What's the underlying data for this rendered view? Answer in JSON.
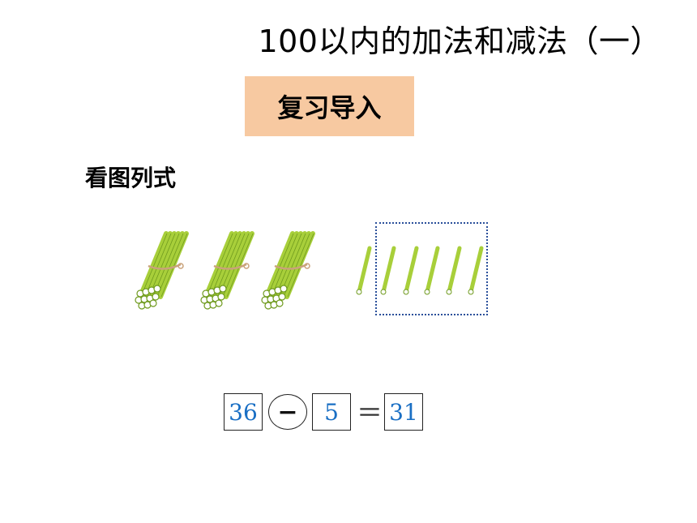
{
  "header": {
    "title": "100以内的加法和减法（一）"
  },
  "section": {
    "label": "复习导入"
  },
  "task": {
    "label": "看图列式"
  },
  "illustration": {
    "bundles": 3,
    "loose_sticks": 6,
    "stick_color": "#a8cf3a",
    "tie_color": "#c9a27a"
  },
  "equation": {
    "minuend": "36",
    "operator": "−",
    "subtrahend": "5",
    "equals": "＝",
    "result": "31"
  },
  "colors": {
    "section_bg": "#f7c9a1",
    "answer_text": "#1a6fc4",
    "dotted_border": "#2a4f9a"
  }
}
